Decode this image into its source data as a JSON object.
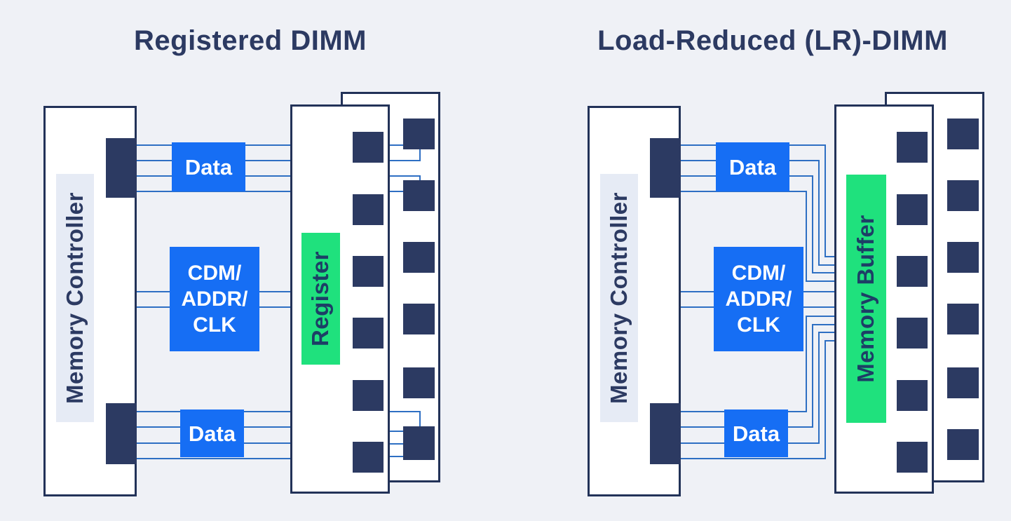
{
  "page": {
    "background": "#eff1f6"
  },
  "colors": {
    "navy_text": "#2c3a62",
    "box_border": "#223258",
    "chip_fill": "#2c3a62",
    "accent_blue": "#166ef4",
    "trace_blue": "#2e6fc3",
    "accent_green": "#1fe17d",
    "controller_strip": "#e6ebf5",
    "board_fill": "#ffffff"
  },
  "left_diagram": {
    "title": "Registered DIMM",
    "memory_controller_label": "Memory Controller",
    "data_top_label": "Data",
    "data_bottom_label": "Data",
    "cmd_box_line1": "CDM/",
    "cmd_box_line2": "ADDR/",
    "cmd_box_line3": "CLK",
    "register_label": "Register",
    "front_dram_chip_count": 6,
    "back_dram_chip_count": 6,
    "data_lane_count_top": 4,
    "data_lane_count_bottom": 4,
    "cmd_lane_count": 2
  },
  "right_diagram": {
    "title": "Load-Reduced (LR)-DIMM",
    "memory_controller_label": "Memory Controller",
    "data_top_label": "Data",
    "data_bottom_label": "Data",
    "cmd_box_line1": "CDM/",
    "cmd_box_line2": "ADDR/",
    "cmd_box_line3": "CLK",
    "memory_buffer_label": "Memory Buffer",
    "front_dram_chip_count": 6,
    "back_dram_chip_count": 6,
    "data_lane_count_top": 4,
    "data_lane_count_bottom": 4,
    "cmd_lane_count": 2
  }
}
